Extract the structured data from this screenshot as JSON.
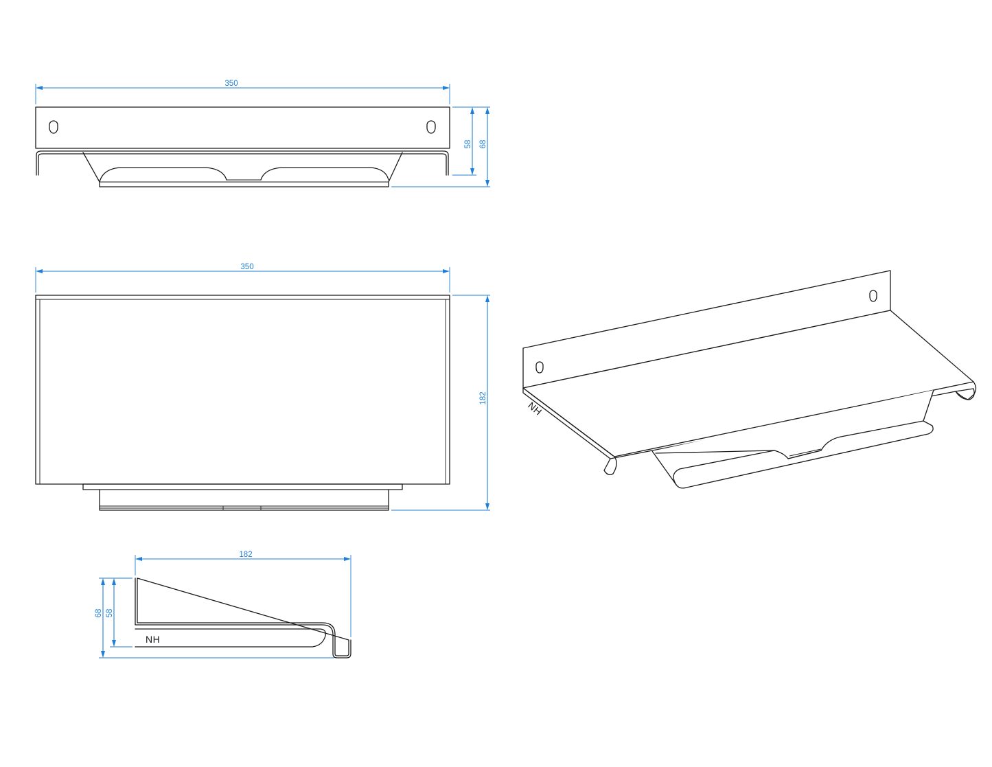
{
  "colors": {
    "outline": "#1a1a1a",
    "dimension": "#1f7fd6",
    "background": "#ffffff"
  },
  "dimensions": {
    "front_width": "350",
    "front_inner_height": "58",
    "front_total_height": "68",
    "top_width": "350",
    "top_depth": "182",
    "side_depth": "182",
    "side_inner_height": "58",
    "side_total_height": "68"
  },
  "logo": {
    "text": "NH"
  },
  "icons": [
    "keyhole-slot-icon"
  ]
}
